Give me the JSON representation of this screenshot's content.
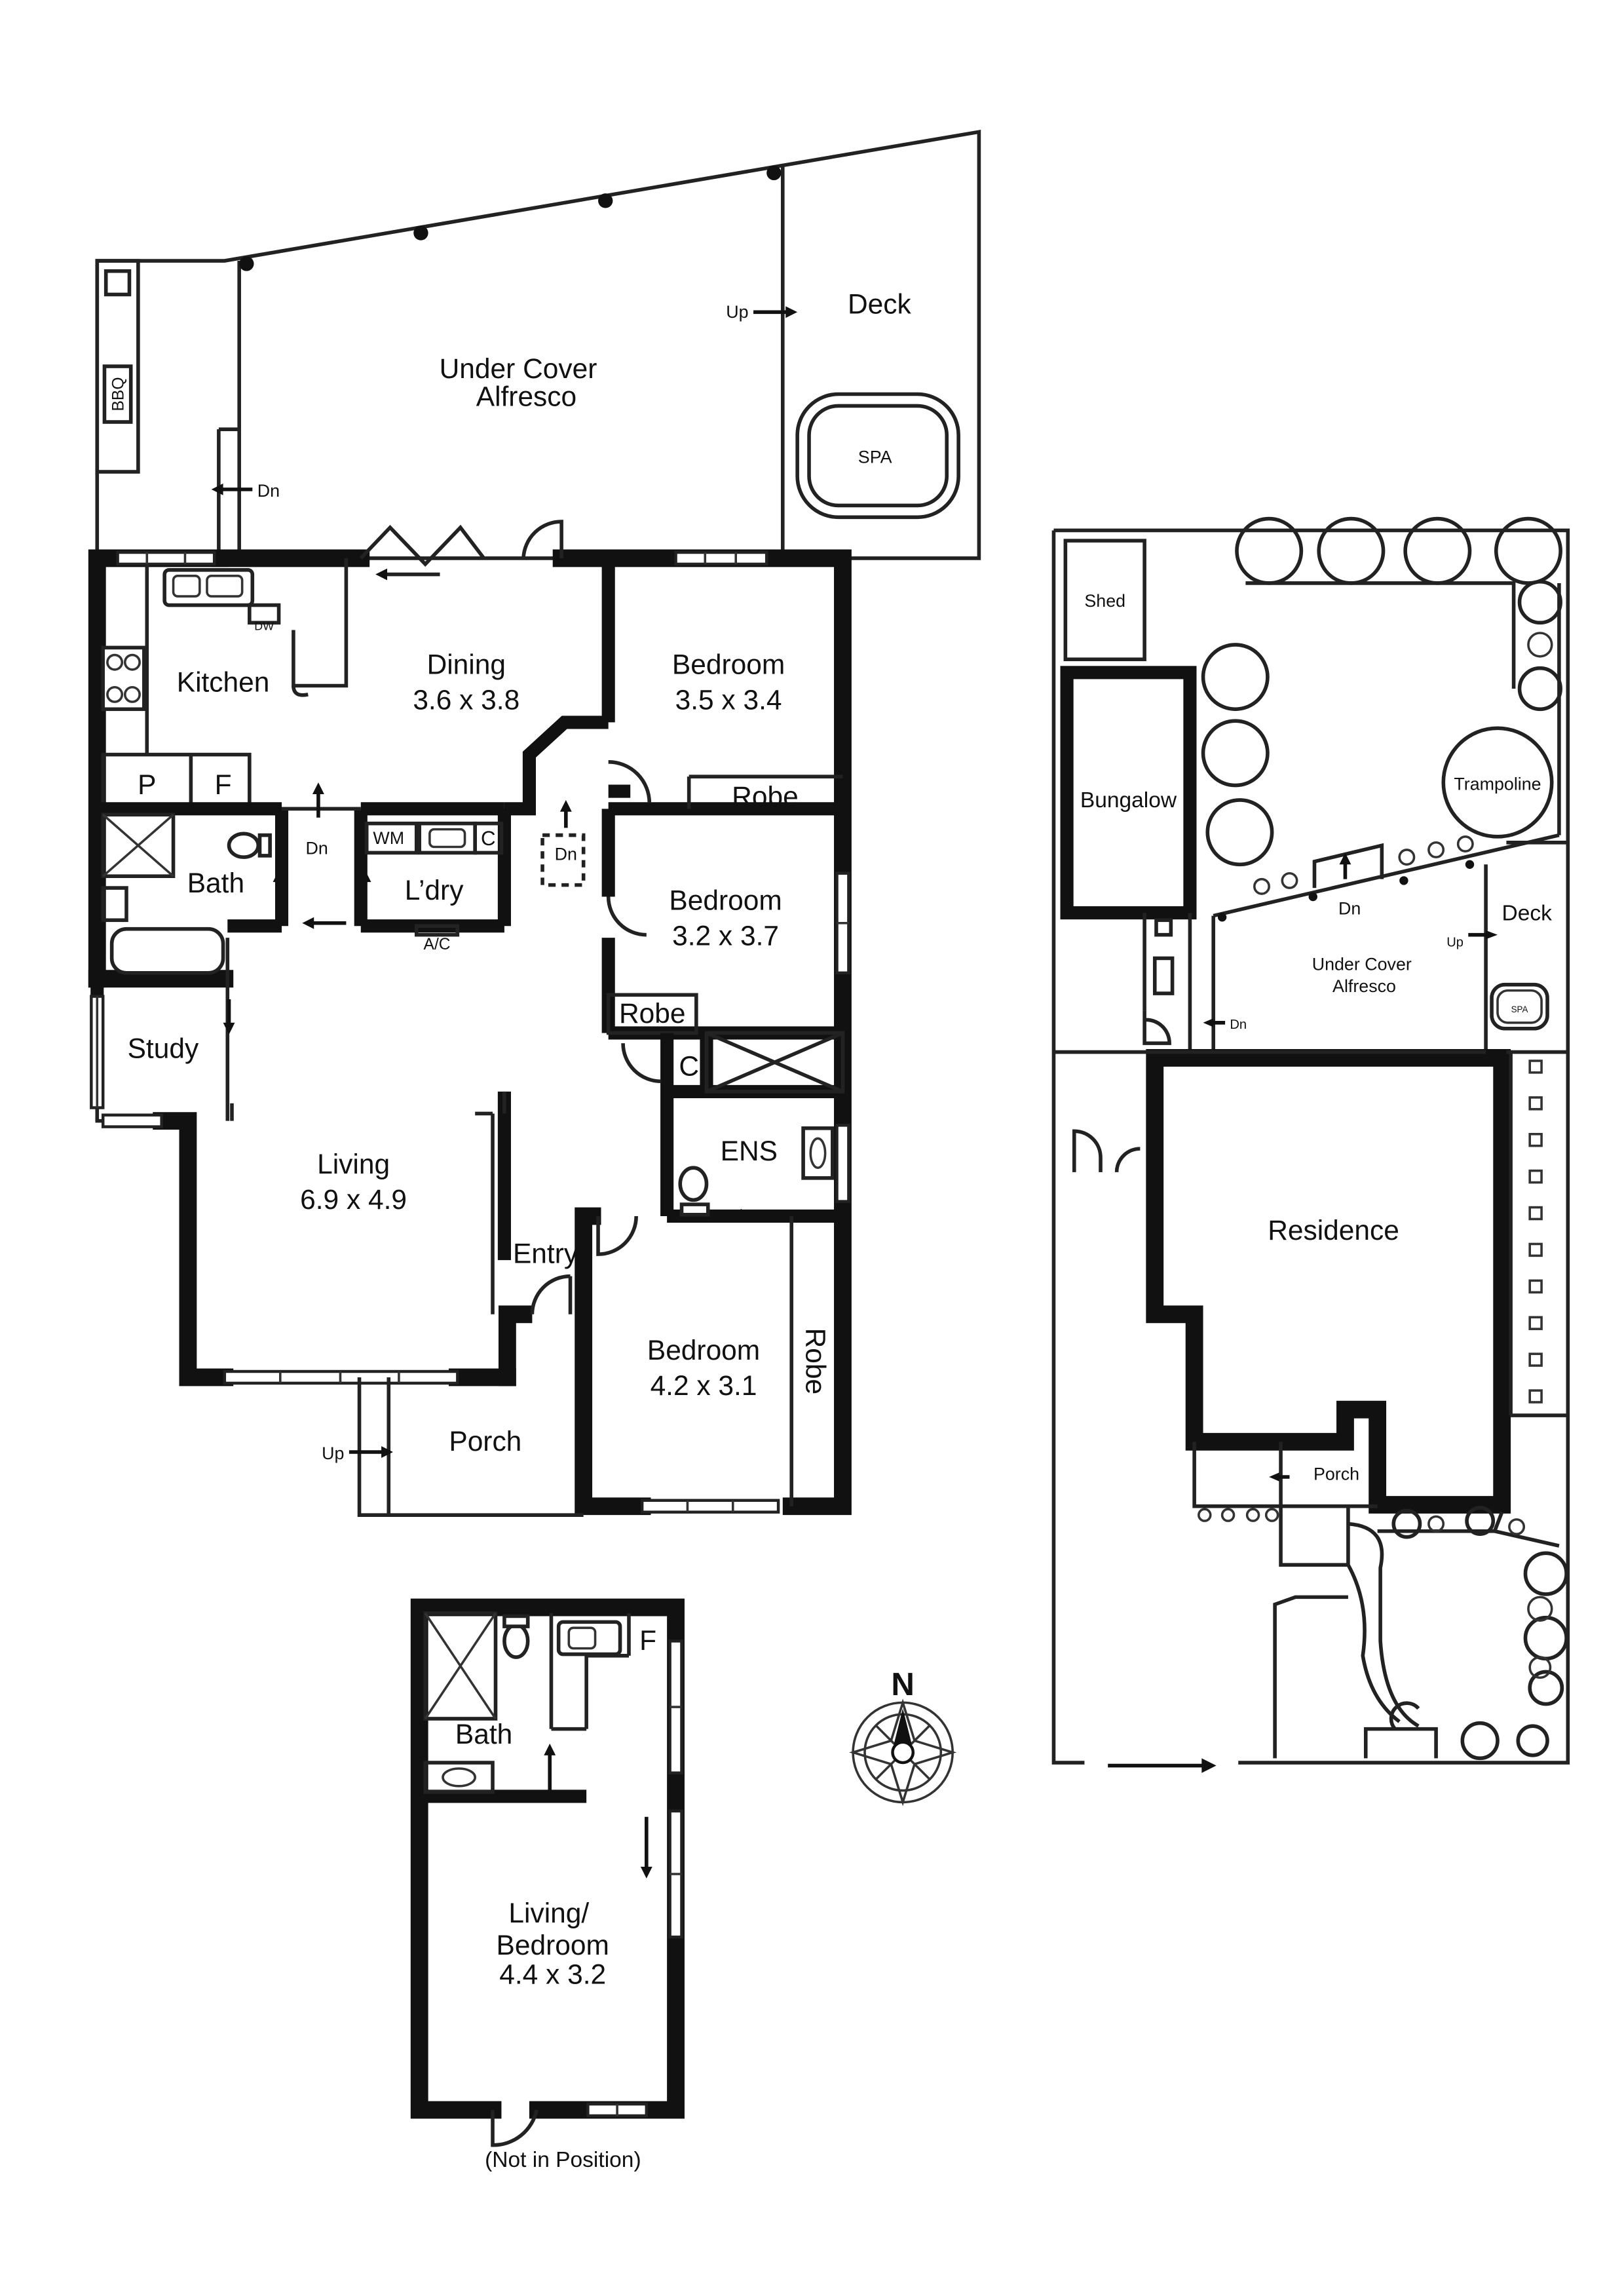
{
  "main_plan": {
    "alfresco": "Under Cover\nAlfresco",
    "deck": "Deck",
    "spa": "SPA",
    "bbq": "BBQ",
    "up_deck": "Up",
    "dn_alfresco": "Dn",
    "kitchen": "Kitchen",
    "dw": "DW",
    "dining": "Dining",
    "dining_size": "3.6 x 3.8",
    "bedroom1": "Bedroom",
    "bedroom1_size": "3.5 x 3.4",
    "robe1": "Robe",
    "pantry": "P",
    "fridge": "F",
    "dn_kitchen": "Dn",
    "bath": "Bath",
    "wm": "WM",
    "laundry_c": "C",
    "laundry": "L’dry",
    "ac": "A/C",
    "dn_hall": "Dn",
    "bedroom2": "Bedroom",
    "bedroom2_size": "3.2 x 3.7",
    "robe2": "Robe",
    "linen_c": "C",
    "study": "Study",
    "living": "Living",
    "living_size": "6.9 x 4.9",
    "ens": "ENS",
    "entry": "Entry",
    "bedroom3": "Bedroom",
    "bedroom3_size": "4.2 x 3.1",
    "robe3": "Robe",
    "porch": "Porch",
    "up_porch": "Up"
  },
  "bungalow_plan": {
    "fridge": "F",
    "bath": "Bath",
    "living": "Living/\nBedroom",
    "living_size": "4.4 x 3.2",
    "note": "(Not in Position)"
  },
  "compass": {
    "north": "N"
  },
  "site_plan": {
    "shed": "Shed",
    "bungalow": "Bungalow",
    "trampoline": "Trampoline",
    "dn_garden": "Dn",
    "deck": "Deck",
    "up": "Up",
    "alfresco": "Under Cover\nAlfresco",
    "spa": "SPA",
    "dn": "Dn",
    "residence": "Residence",
    "porch": "Porch"
  }
}
